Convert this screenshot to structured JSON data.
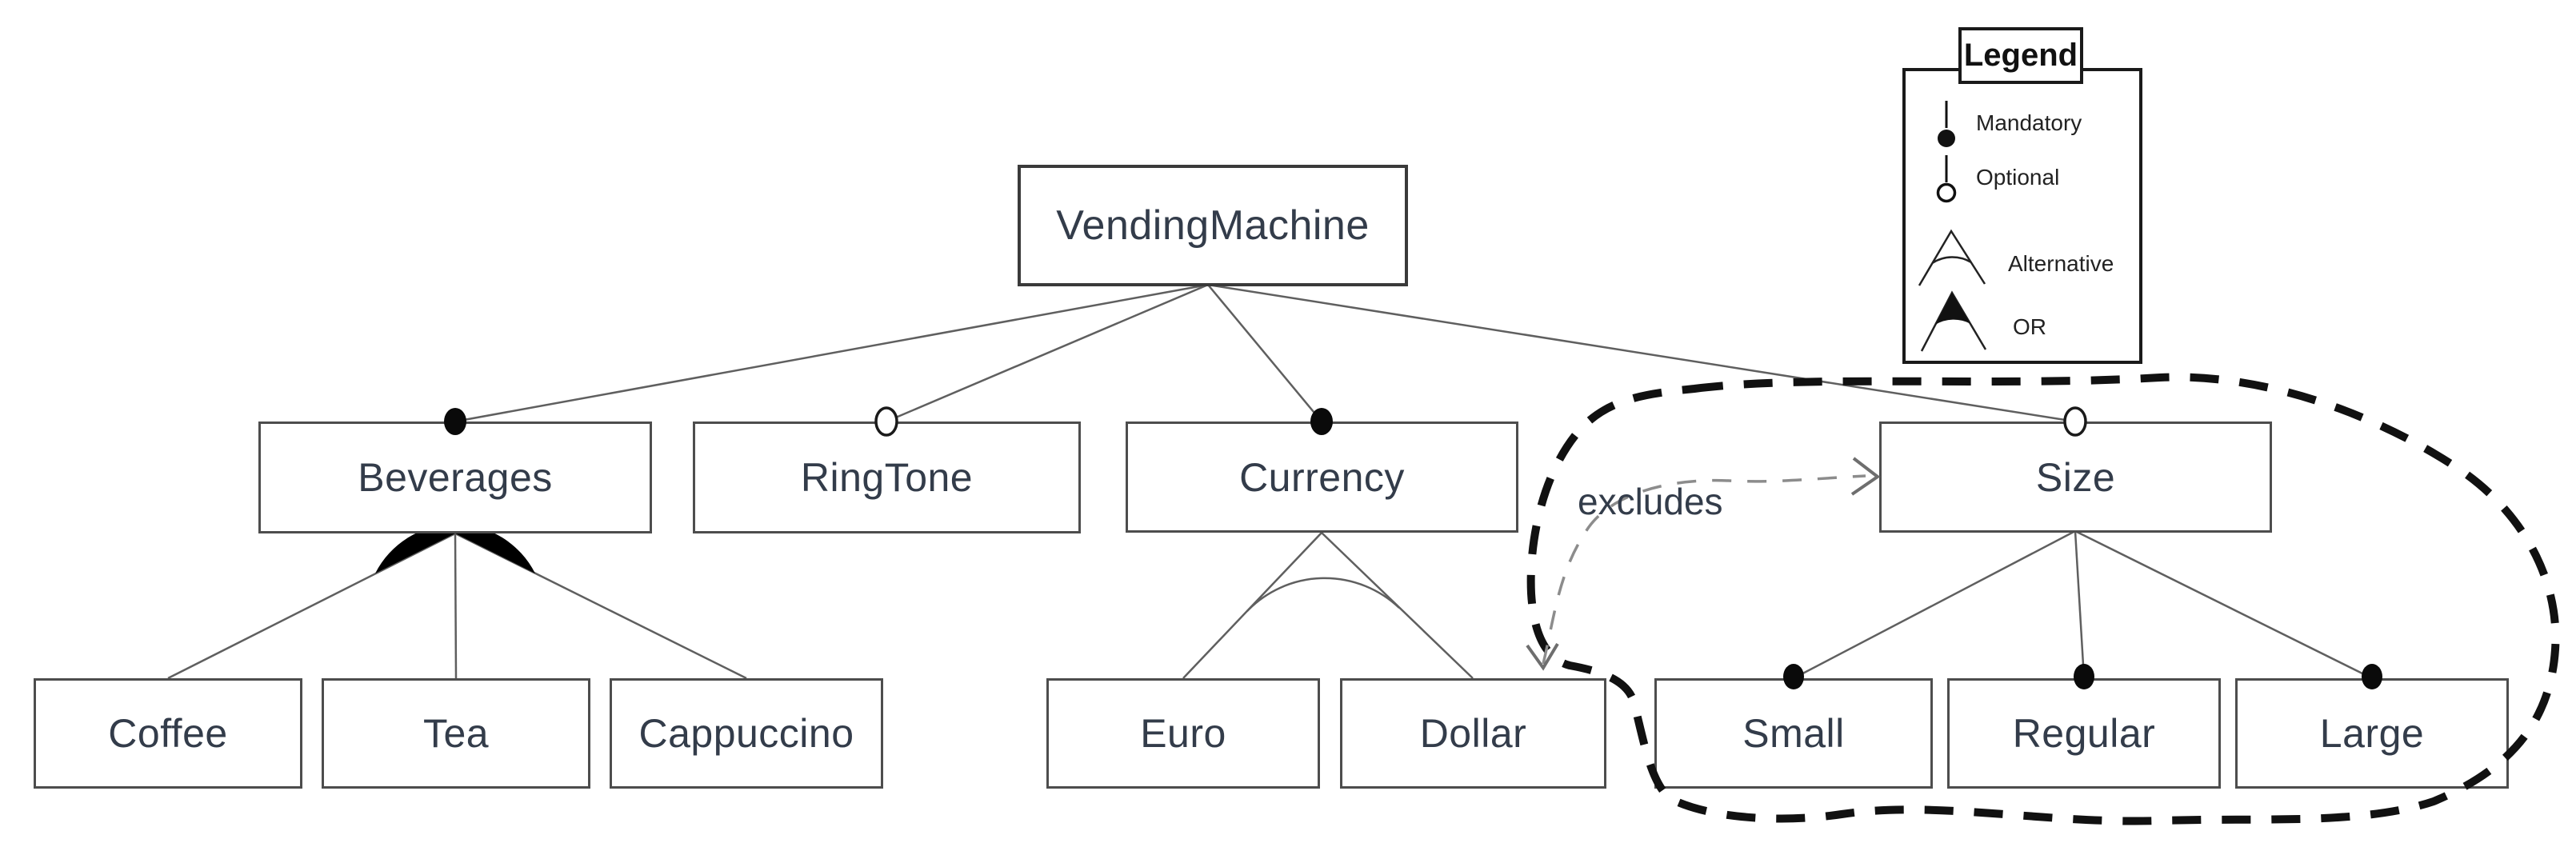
{
  "nodes": {
    "root": "VendingMachine",
    "beverages": "Beverages",
    "ringtone": "RingTone",
    "currency": "Currency",
    "size": "Size",
    "coffee": "Coffee",
    "tea": "Tea",
    "cappuccino": "Cappuccino",
    "euro": "Euro",
    "dollar": "Dollar",
    "small": "Small",
    "regular": "Regular",
    "large": "Large"
  },
  "constraint": {
    "excludes_label": "excludes",
    "type": "excludes",
    "between": [
      "Dollar",
      "Size"
    ]
  },
  "model": {
    "root": "VendingMachine",
    "children": [
      {
        "feature": "Beverages",
        "relation": "mandatory",
        "group": {
          "type": "or",
          "children": [
            "Coffee",
            "Tea",
            "Cappuccino"
          ]
        }
      },
      {
        "feature": "RingTone",
        "relation": "optional"
      },
      {
        "feature": "Currency",
        "relation": "mandatory",
        "group": {
          "type": "alternative",
          "children": [
            "Euro",
            "Dollar"
          ]
        }
      },
      {
        "feature": "Size",
        "relation": "optional",
        "children": [
          {
            "feature": "Small",
            "relation": "mandatory"
          },
          {
            "feature": "Regular",
            "relation": "mandatory"
          },
          {
            "feature": "Large",
            "relation": "mandatory"
          }
        ]
      }
    ]
  },
  "legend": {
    "title": "Legend",
    "items": [
      {
        "icon": "mandatory-icon",
        "label": "Mandatory"
      },
      {
        "icon": "optional-icon",
        "label": "Optional"
      },
      {
        "icon": "alternative-icon",
        "label": "Alternative"
      },
      {
        "icon": "or-icon",
        "label": "OR"
      }
    ]
  },
  "colors": {
    "node_border": "#4d4d4d",
    "node_text": "#333c4a",
    "edge": "#5f5f5f",
    "group_fill": "#000000",
    "constraint_outline": "#111111",
    "excludes_arrow": "#8c8c8c",
    "background": "#ffffff"
  }
}
